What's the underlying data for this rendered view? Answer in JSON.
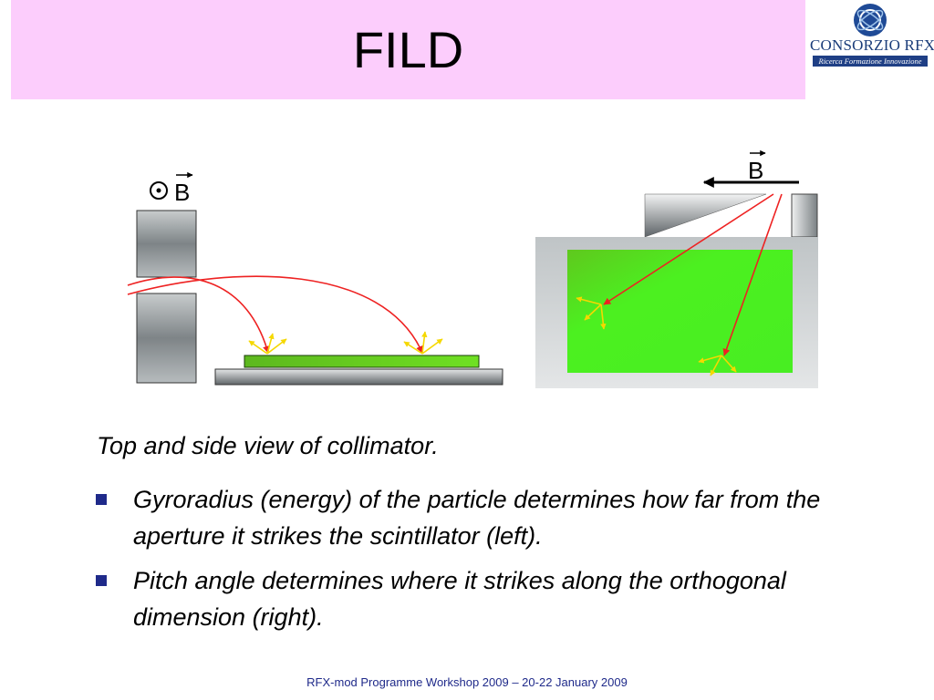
{
  "slide": {
    "title": "FILD",
    "logo": {
      "name": "CONSORZIO RFX",
      "tagline": "Ricerca Formazione Innovazione"
    },
    "figure": {
      "left_label": "B",
      "right_label": "B"
    },
    "caption": "Top and side view of collimator.",
    "bullets": [
      "Gyroradius (energy) of the particle determines how far from the aperture it strikes the scintillator (left).",
      "Pitch angle determines where it strikes along the orthogonal dimension (right)."
    ],
    "footer": "RFX-mod Programme Workshop 2009 – 20-22 January 2009"
  },
  "colors": {
    "title_band": "#fccdfc",
    "scintillator_green": "#44ee22",
    "trajectory_red": "#ee2222",
    "emission_yellow": "#f5d800",
    "bullet_blue": "#1f2a8a"
  }
}
